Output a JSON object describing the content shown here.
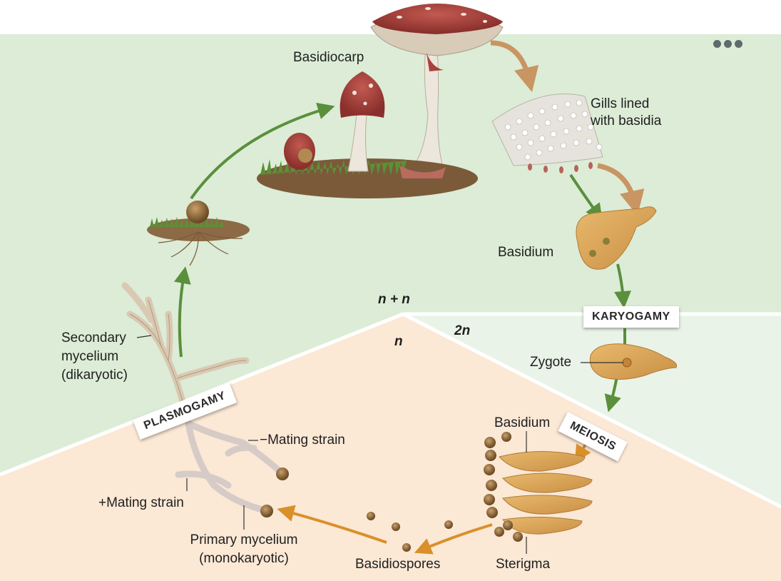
{
  "labels": {
    "basidiocarp": "Basidiocarp",
    "gills_line1": "Gills lined",
    "gills_line2": "with basidia",
    "basidium_top": "Basidium",
    "zygote": "Zygote",
    "basidium_bottom": "Basidium",
    "sterigma": "Sterigma",
    "basidiospores": "Basidiospores",
    "primary_line1": "Primary mycelium",
    "primary_line2": "(monokaryotic)",
    "plus_mating": "+Mating strain",
    "minus_mating": "−Mating strain",
    "secondary_line1": "Secondary",
    "secondary_line2": "mycelium",
    "secondary_line3": "(dikaryotic)"
  },
  "stages": {
    "karyogamy": "KARYOGAMY",
    "meiosis": "MEIOSIS",
    "plasmogamy": "PLASMOGAMY"
  },
  "ploidy": {
    "dikaryon": "n + n",
    "haploid": "n",
    "diploid": "2n"
  },
  "colors": {
    "dikaryon_region": "#dcecd6",
    "haploid_region": "#fbe8d5",
    "diploid_region": "#eaf3e8",
    "green_arrow": "#5a8f3c",
    "orange_arrow": "#d9902a",
    "cap_red": "#a8403b",
    "stalk": "#e8e0d4",
    "basidium": "#d9a65b"
  },
  "icons": {
    "more": "more-dots-icon"
  }
}
